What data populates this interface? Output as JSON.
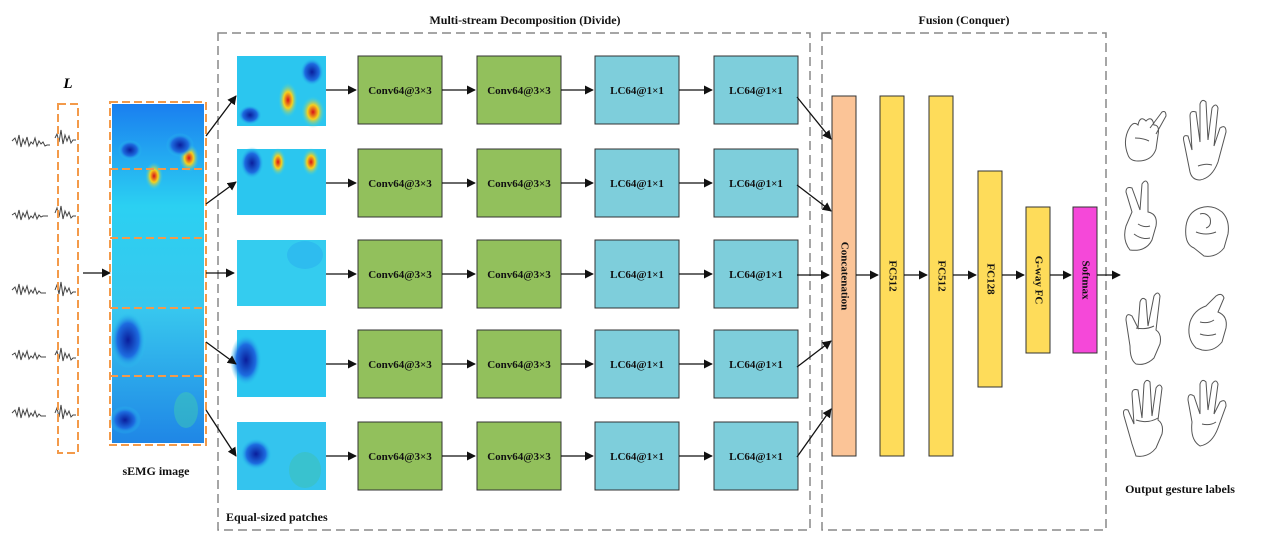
{
  "title_divide": "Multi-stream Decomposition (Divide)",
  "title_fusion": "Fusion (Conquer)",
  "label_L": "L",
  "label_semg_image": "sEMG image",
  "label_patches": "Equal-sized patches",
  "label_output": "Output gesture labels",
  "stream_layers": [
    "Conv64@3×3",
    "Conv64@3×3",
    "LC64@1×1",
    "LC64@1×1"
  ],
  "stream_count": 5,
  "fusion_layers": [
    "Concatenation",
    "FC512",
    "FC512",
    "FC128",
    "G-way FC",
    "Softmax"
  ],
  "colors": {
    "conv": "#92c05c",
    "lc": "#7ecedb",
    "concat": "#fbc497",
    "fc": "#fedc5a",
    "softmax": "#f548d9",
    "dashed_orange": "#f39a4a",
    "dashed_gray": "#888888"
  }
}
